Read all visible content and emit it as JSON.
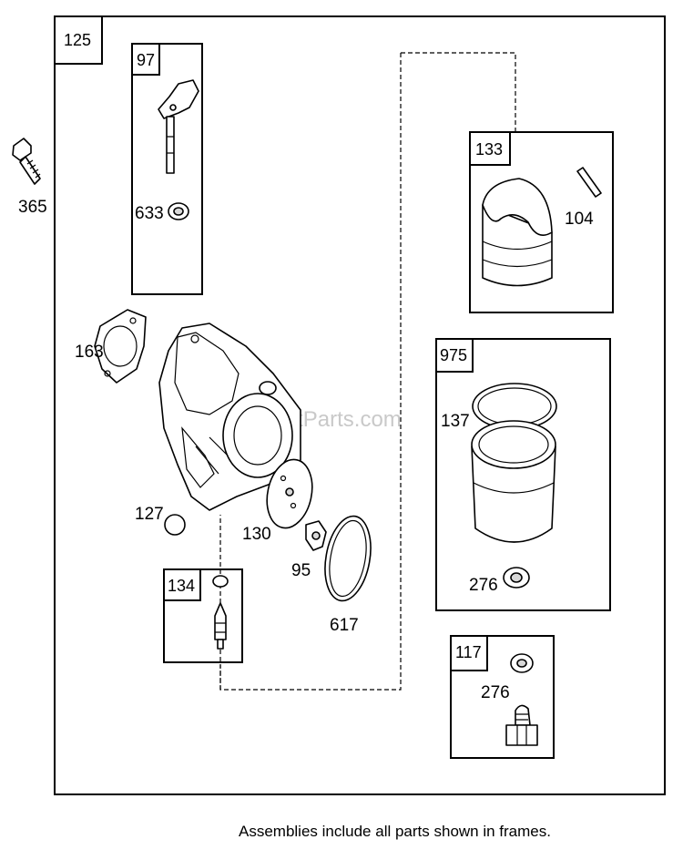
{
  "assembly_labels": {
    "main": "125",
    "throttle_shaft_kit": "97",
    "float_kit": "133",
    "float_bowl_kit": "975",
    "needle_kit": "134",
    "jet_kit": "117"
  },
  "part_labels": {
    "screw": "365",
    "seal": "633",
    "gasket": "163",
    "plug": "127",
    "diaphragm": "130",
    "jet": "95",
    "o_ring": "617",
    "float_pin": "104",
    "bowl_gasket": "137",
    "washer_bowl": "276",
    "washer_jet": "276"
  },
  "watermark": "eReplacementParts.com",
  "footer": "Assemblies include all parts shown in frames."
}
